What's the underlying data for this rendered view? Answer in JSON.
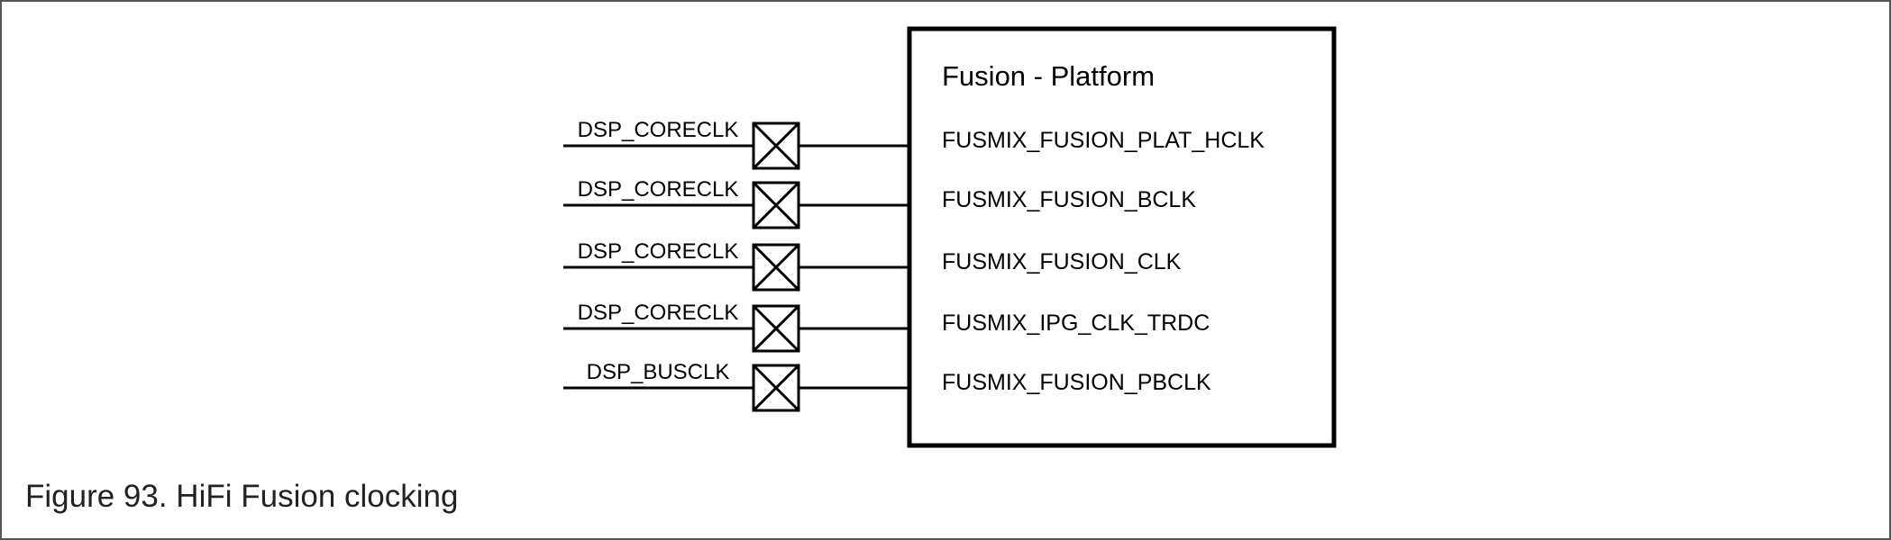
{
  "platform": {
    "title": "Fusion - Platform"
  },
  "clocks": [
    {
      "source": "DSP_CORECLK",
      "target": "FUSMIX_FUSION_PLAT_HCLK"
    },
    {
      "source": "DSP_CORECLK",
      "target": "FUSMIX_FUSION_BCLK"
    },
    {
      "source": "DSP_CORECLK",
      "target": "FUSMIX_FUSION_CLK"
    },
    {
      "source": "DSP_CORECLK",
      "target": "FUSMIX_IPG_CLK_TRDC"
    },
    {
      "source": "DSP_BUSCLK",
      "target": "FUSMIX_FUSION_PBCLK"
    }
  ],
  "caption": "Figure 93.  HiFi Fusion clocking",
  "colors": {
    "line": "#000000",
    "frame": "#555555",
    "caption": "#222222"
  }
}
